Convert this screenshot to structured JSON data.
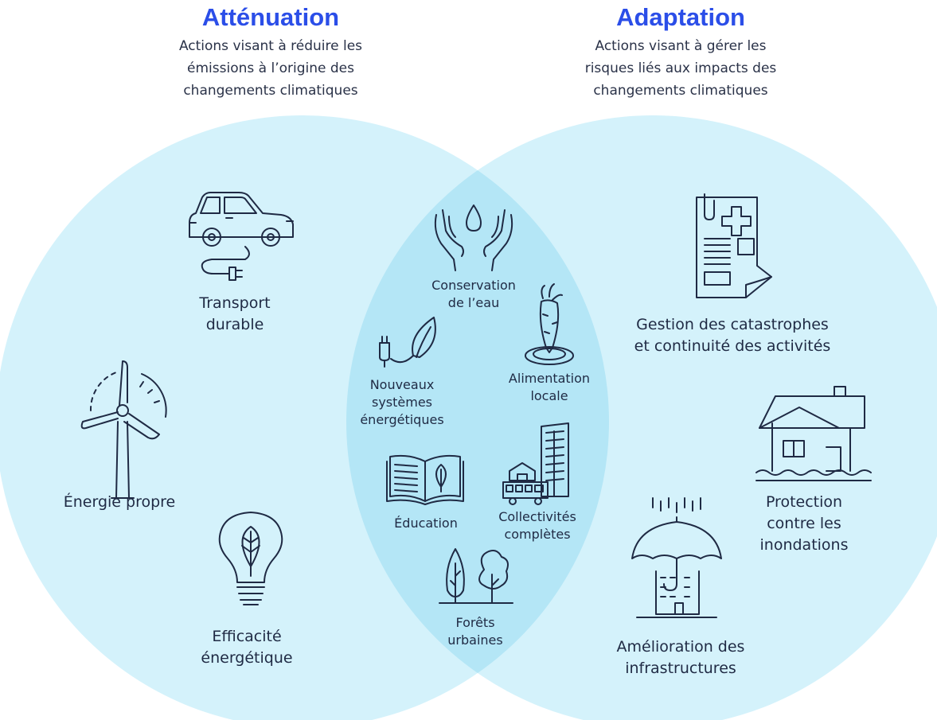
{
  "colors": {
    "heading": "#2b4ee8",
    "circle_fill": "#d4f2fb",
    "overlap_fill": "#b4e6f6",
    "icon_stroke": "#1f2a44"
  },
  "mitigation": {
    "title": "Atténuation",
    "subtitle": "Actions visant à réduire les\némissions à l’origine des\nchangements climatiques",
    "items": [
      {
        "icon": "electric-car-icon",
        "label": "Transport\ndurable"
      },
      {
        "icon": "wind-turbine-icon",
        "label": "Énergie propre"
      },
      {
        "icon": "light-bulb-icon",
        "label": "Efficacité\nénergétique"
      }
    ]
  },
  "adaptation": {
    "title": "Adaptation",
    "subtitle": "Actions visant à gérer les\nrisques liés aux impacts des\nchangements climatiques",
    "items": [
      {
        "icon": "medical-document-icon",
        "label": "Gestion des catastrophes\net continuité des activités"
      },
      {
        "icon": "flooded-house-icon",
        "label": "Protection\ncontre les\ninondations"
      },
      {
        "icon": "umbrella-building-icon",
        "label": "Amélioration des\ninfrastructures"
      }
    ]
  },
  "overlap": {
    "items": [
      {
        "icon": "hands-water-drop-icon",
        "label": "Conservation\nde l’eau"
      },
      {
        "icon": "plug-leaf-icon",
        "label": "Nouveaux\nsystèmes\nénergétiques"
      },
      {
        "icon": "carrot-icon",
        "label": "Alimentation\nlocale"
      },
      {
        "icon": "open-book-icon",
        "label": "Éducation"
      },
      {
        "icon": "city-bus-icon",
        "label": "Collectivités\ncomplètes"
      },
      {
        "icon": "trees-icon",
        "label": "Forêts\nurbaines"
      }
    ]
  }
}
